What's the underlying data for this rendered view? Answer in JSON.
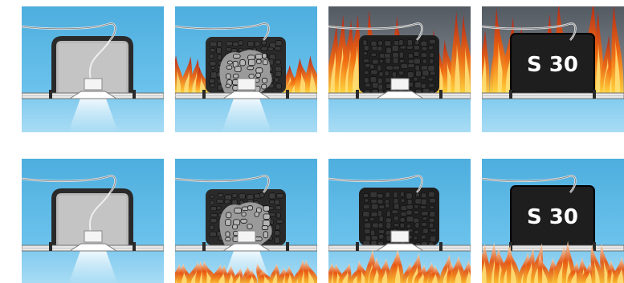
{
  "badge_text": "S 30",
  "colors": {
    "sky": "#5bb8e6",
    "sky_light": "#8fd0f0",
    "smoke": "#6a7078",
    "housing_frame": "#2a2a2a",
    "housing_fill": "#b8b8b8",
    "char": "#1e1e1e",
    "flame_dark": "#c0281a",
    "flame_mid": "#ee5a12",
    "flame_light": "#ffb020",
    "ceiling_board": "#e8e8e8",
    "light_beam": "#ffffff"
  },
  "rows": [
    {
      "fire_side": "above",
      "panels": [
        {
          "stage": 1,
          "fire_level": 0,
          "char_level": 0,
          "show_badge": false,
          "light_on": true
        },
        {
          "stage": 2,
          "fire_level": 1,
          "char_level": 1,
          "show_badge": false,
          "light_on": true
        },
        {
          "stage": 3,
          "fire_level": 2,
          "char_level": 2,
          "show_badge": false,
          "light_on": false
        },
        {
          "stage": 4,
          "fire_level": 3,
          "char_level": 3,
          "show_badge": true,
          "light_on": false
        }
      ]
    },
    {
      "fire_side": "below",
      "panels": [
        {
          "stage": 1,
          "fire_level": 0,
          "char_level": 0,
          "show_badge": false,
          "light_on": true
        },
        {
          "stage": 2,
          "fire_level": 1,
          "char_level": 1,
          "show_badge": false,
          "light_on": true
        },
        {
          "stage": 3,
          "fire_level": 2,
          "char_level": 2,
          "show_badge": false,
          "light_on": false
        },
        {
          "stage": 4,
          "fire_level": 3,
          "char_level": 3,
          "show_badge": true,
          "light_on": false
        }
      ]
    }
  ]
}
